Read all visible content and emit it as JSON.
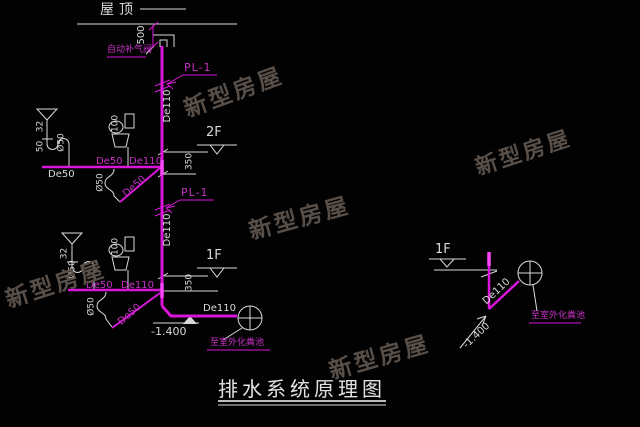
{
  "colors": {
    "background": "#020202",
    "pipe_magenta": "#da16da",
    "pipe_bright": "#ff45ff",
    "label_magenta": "#c531c5",
    "line_white": "#d9d9d9",
    "watermark": "#584f49"
  },
  "labels": {
    "title": "排水系统原理图",
    "roof": "屋顶",
    "vent_valve": "自动补气阀",
    "riser_id": "PL-1",
    "septic": "至室外化粪池",
    "elevation": "-1.400",
    "floor_2f": "2F",
    "floor_1f": "1F",
    "de110": "De110",
    "de50": "De50",
    "trap_dia50": "Ø50",
    "dim_500": "500",
    "dim_350": "350",
    "dim_100": "100",
    "dim_50": "50",
    "dim_32": "32"
  },
  "watermark": {
    "text": "新型房屋"
  }
}
